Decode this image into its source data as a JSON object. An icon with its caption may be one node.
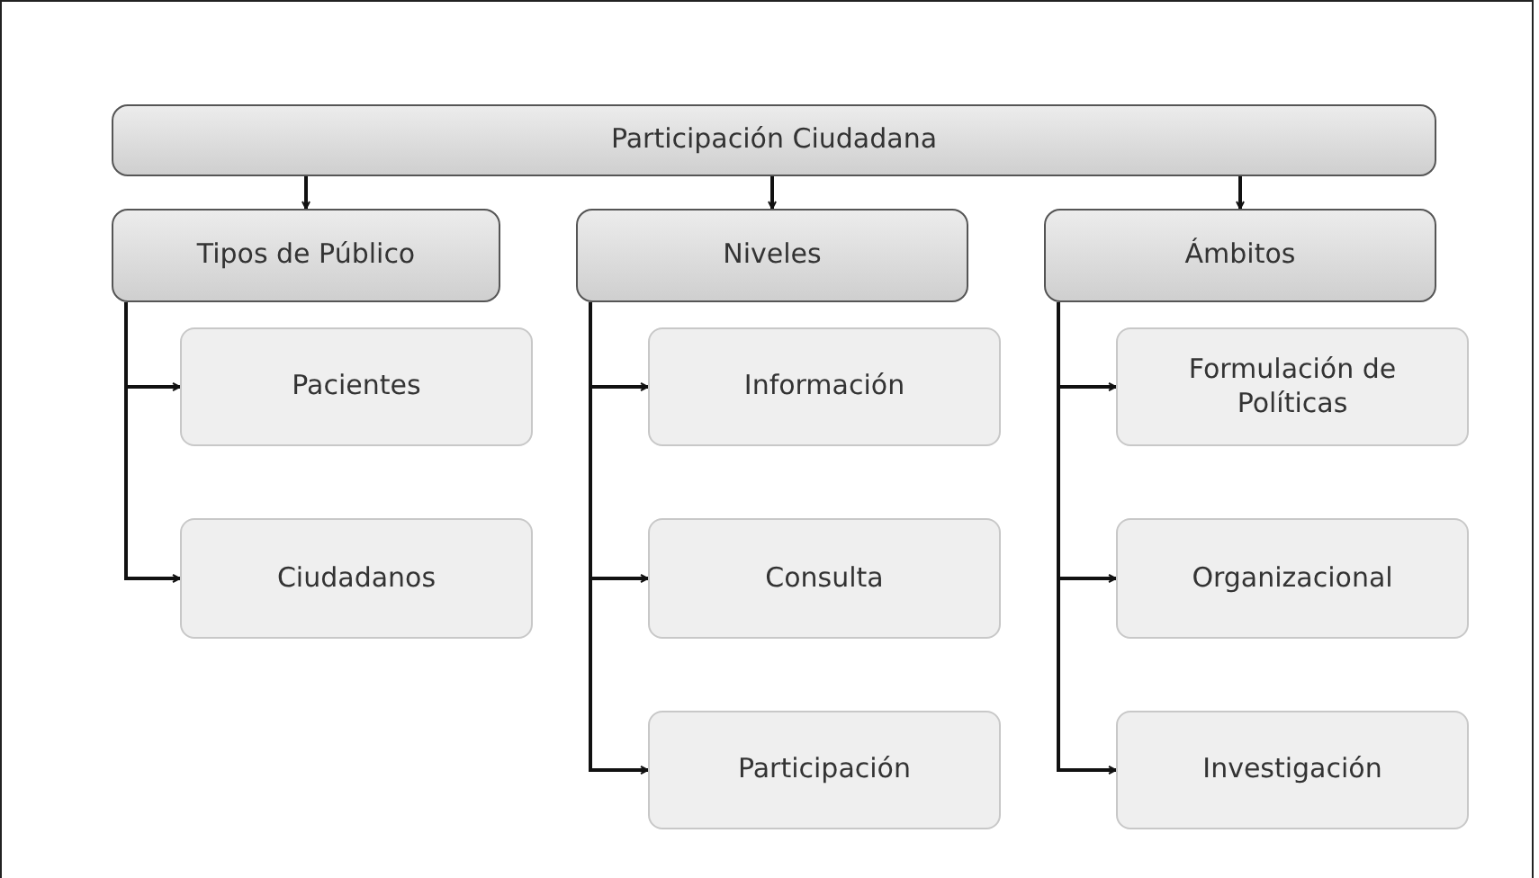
{
  "diagram": {
    "nodes": [
      {
        "text": [
          "Participación Ciudadana"
        ]
      },
      {
        "text": [
          "Tipos de Público"
        ]
      },
      {
        "text": [
          "Niveles"
        ]
      },
      {
        "text": [
          "Ámbitos"
        ]
      },
      {
        "text": [
          "Pacientes"
        ]
      },
      {
        "text": [
          "Ciudadanos"
        ]
      },
      {
        "text": [
          "Información"
        ]
      },
      {
        "text": [
          "Consulta"
        ]
      },
      {
        "text": [
          "Participación"
        ]
      },
      {
        "text": [
          "Formulación de Políticas"
        ]
      },
      {
        "text": [
          "Organizacional"
        ]
      },
      {
        "text": [
          "Investigación"
        ]
      }
    ],
    "edges": [
      {
        "from": 0,
        "to": 1,
        "arrow": "to"
      },
      {
        "from": 0,
        "to": 2,
        "arrow": "to"
      },
      {
        "from": 0,
        "to": 3,
        "arrow": "to"
      },
      {
        "from": 1,
        "to": 4,
        "arrow": "to"
      },
      {
        "from": 1,
        "to": 5,
        "arrow": "to"
      },
      {
        "from": 2,
        "to": 6,
        "arrow": "to"
      },
      {
        "from": 2,
        "to": 7,
        "arrow": "to"
      },
      {
        "from": 2,
        "to": 8,
        "arrow": "to"
      },
      {
        "from": 3,
        "to": 9,
        "arrow": "to"
      },
      {
        "from": 3,
        "to": 10,
        "arrow": "to"
      },
      {
        "from": 3,
        "to": 11,
        "arrow": "to"
      }
    ]
  }
}
